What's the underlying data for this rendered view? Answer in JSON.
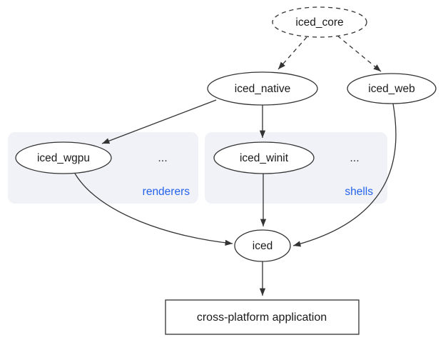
{
  "diagram": {
    "nodes": {
      "iced_core": "iced_core",
      "iced_native": "iced_native",
      "iced_web": "iced_web",
      "iced_wgpu": "iced_wgpu",
      "iced_winit": "iced_winit",
      "iced": "iced",
      "app": "cross-platform application"
    },
    "groups": {
      "renderers": {
        "label": "renderers",
        "ellipsis": "..."
      },
      "shells": {
        "label": "shells",
        "ellipsis": "..."
      }
    },
    "colors": {
      "group_label": "#2563eb",
      "group_fill": "#f0f2f7",
      "node_stroke": "#333333",
      "edge": "#333333",
      "background": "#ffffff"
    }
  }
}
